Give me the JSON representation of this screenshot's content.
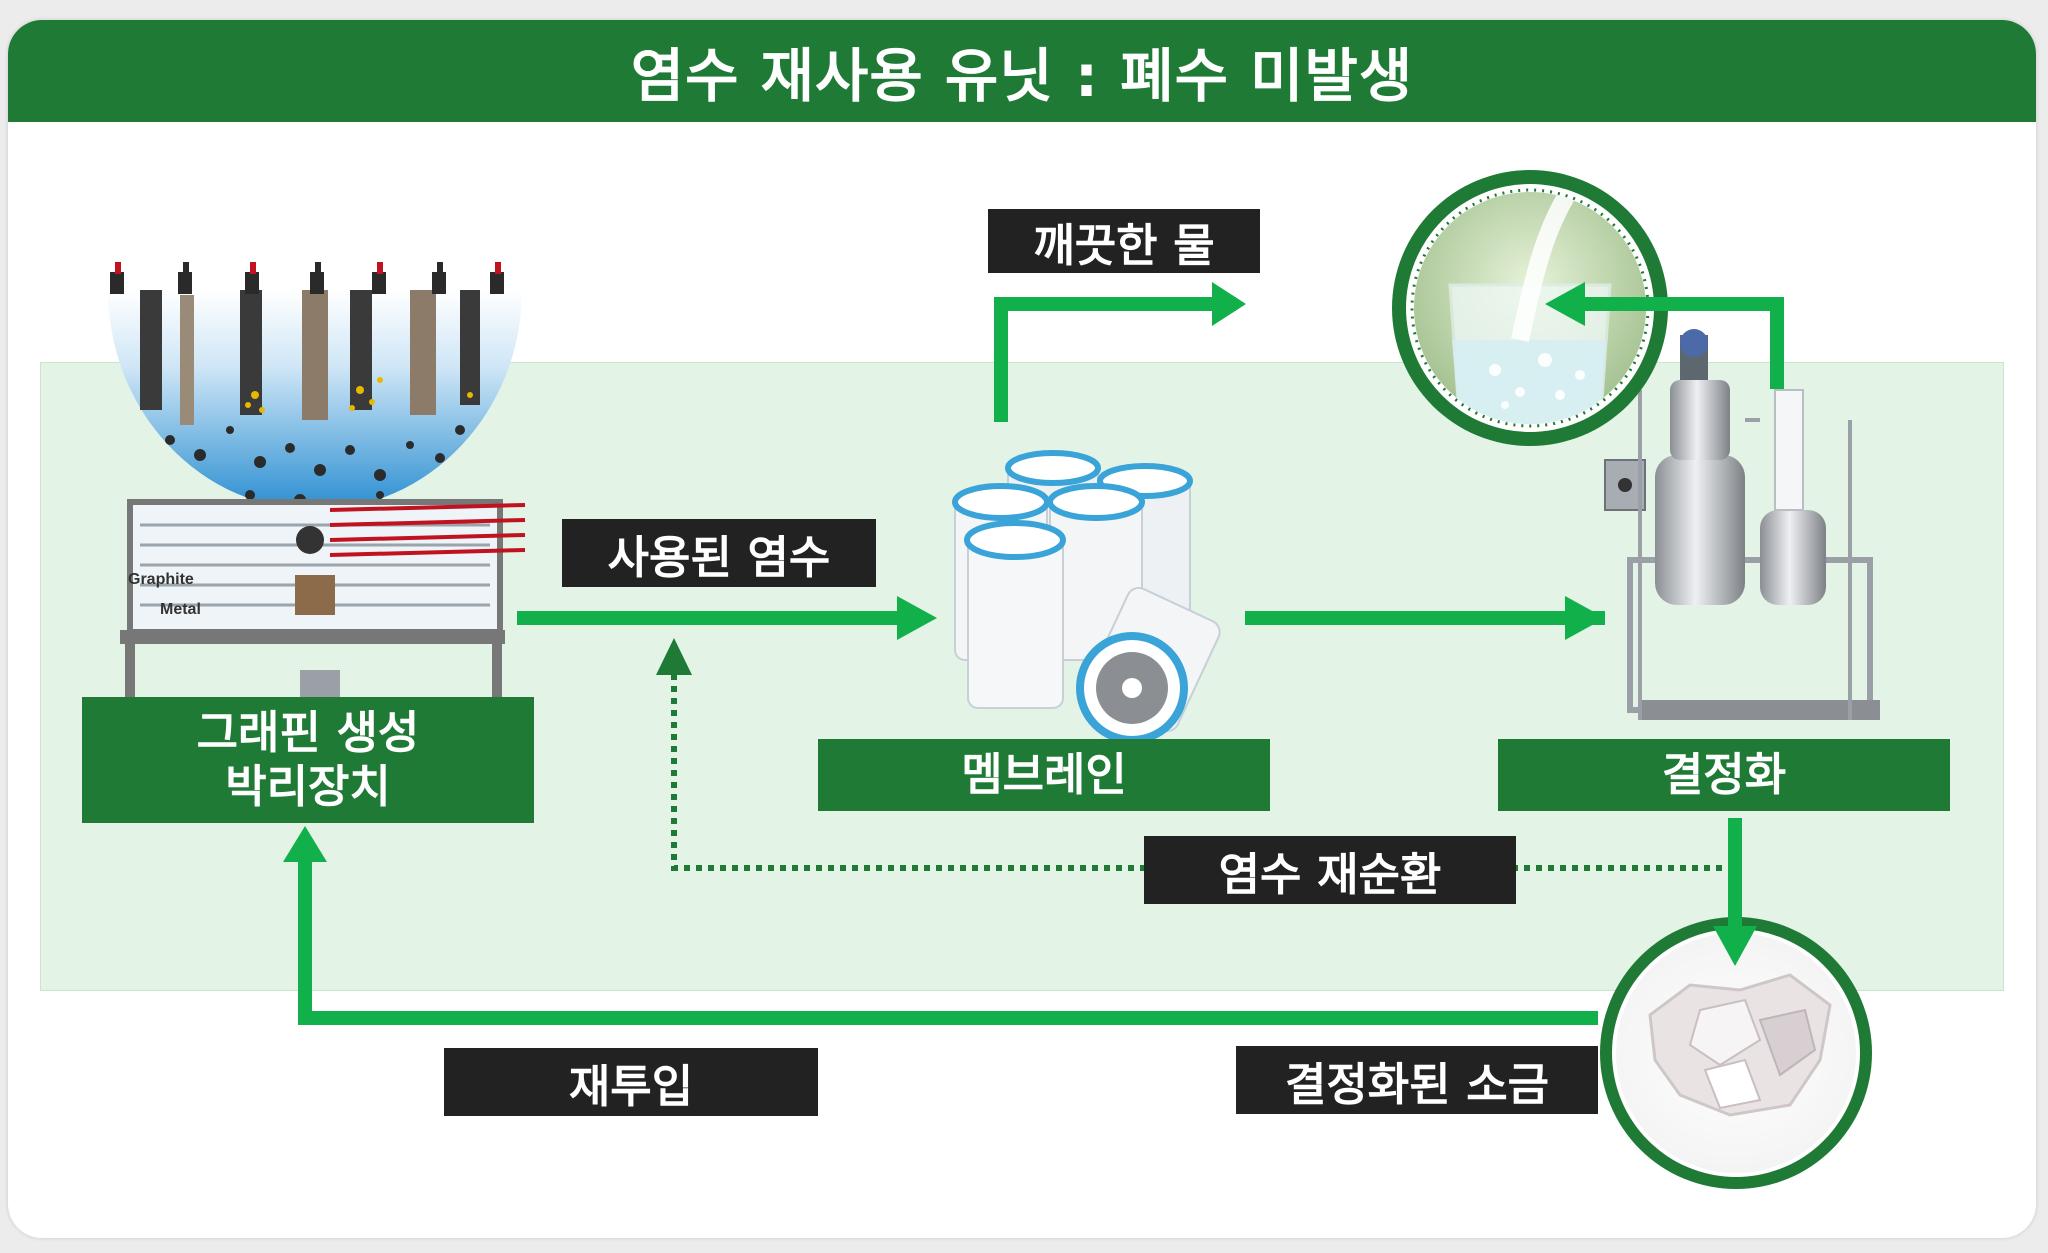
{
  "title": "염수 재사용 유닛 : 폐수 미발생",
  "nodes": {
    "graphene_device": "그래핀 생성\n박리장치",
    "membrane": "멤브레인",
    "crystallization": "결정화"
  },
  "labels": {
    "used_brine": "사용된 염수",
    "clean_water": "깨끗한 물",
    "brine_recirculation": "염수 재순환",
    "reinput": "재투입",
    "crystallized_salt": "결정화된 소금"
  },
  "device_tags": {
    "graphite": "Graphite",
    "metal": "Metal"
  },
  "colors": {
    "banner": "#1e7a35",
    "arrow": "#12b04a",
    "dashed_arrow": "#1e7a35",
    "label_dark": "#222222",
    "panel": "#e3f3e5"
  }
}
